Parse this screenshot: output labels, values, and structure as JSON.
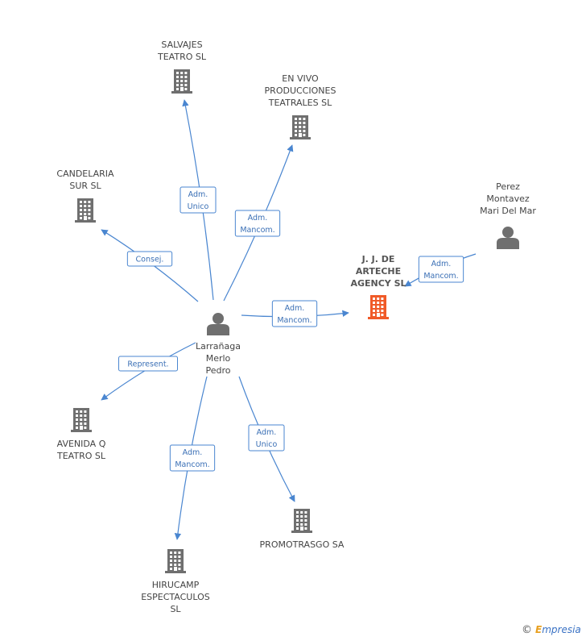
{
  "colors": {
    "edge": "#4a86d0",
    "edge_text": "#3a6fb5",
    "icon": "#6f6f6f",
    "highlight": "#f05a28"
  },
  "nodes": [
    {
      "id": "larranaga",
      "kind": "person",
      "icon": "person-icon",
      "lines": [
        "Larrañaga",
        "Merlo",
        "Pedro"
      ]
    },
    {
      "id": "perez",
      "kind": "person",
      "icon": "person-icon",
      "lines": [
        "Perez",
        "Montavez",
        "Mari Del Mar"
      ]
    },
    {
      "id": "jjdearteche",
      "kind": "company",
      "icon": "building-icon",
      "highlight": true,
      "lines": [
        "J. J. DE",
        "ARTECHE",
        "AGENCY SL"
      ]
    },
    {
      "id": "salvajes",
      "kind": "company",
      "icon": "building-icon",
      "lines": [
        "SALVAJES",
        "TEATRO SL"
      ]
    },
    {
      "id": "envivo",
      "kind": "company",
      "icon": "building-icon",
      "lines": [
        "EN VIVO",
        "PRODUCCIONES",
        "TEATRALES SL"
      ]
    },
    {
      "id": "candelaria",
      "kind": "company",
      "icon": "building-icon",
      "lines": [
        "CANDELARIA",
        "SUR SL"
      ]
    },
    {
      "id": "avenidaq",
      "kind": "company",
      "icon": "building-icon",
      "lines": [
        "AVENIDA Q",
        "TEATRO SL"
      ]
    },
    {
      "id": "hirucamp",
      "kind": "company",
      "icon": "building-icon",
      "lines": [
        "HIRUCAMP",
        "ESPECTACULOS",
        "SL"
      ]
    },
    {
      "id": "promotrasgo",
      "kind": "company",
      "icon": "building-icon",
      "lines": [
        "PROMOTRASGO SA"
      ]
    }
  ],
  "edges": [
    {
      "from": "larranaga",
      "to": "salvajes",
      "label": [
        "Adm.",
        "Unico"
      ]
    },
    {
      "from": "larranaga",
      "to": "envivo",
      "label": [
        "Adm.",
        "Mancom."
      ]
    },
    {
      "from": "larranaga",
      "to": "candelaria",
      "label": [
        "Consej."
      ]
    },
    {
      "from": "larranaga",
      "to": "jjdearteche",
      "label": [
        "Adm.",
        "Mancom."
      ]
    },
    {
      "from": "perez",
      "to": "jjdearteche",
      "label": [
        "Adm.",
        "Mancom."
      ]
    },
    {
      "from": "larranaga",
      "to": "avenidaq",
      "label": [
        "Represent."
      ]
    },
    {
      "from": "larranaga",
      "to": "hirucamp",
      "label": [
        "Adm.",
        "Mancom."
      ]
    },
    {
      "from": "larranaga",
      "to": "promotrasgo",
      "label": [
        "Adm.",
        "Unico"
      ]
    }
  ],
  "footer": {
    "copyright_symbol": "©",
    "brand_initial": "E",
    "brand_rest": "mpresia"
  }
}
